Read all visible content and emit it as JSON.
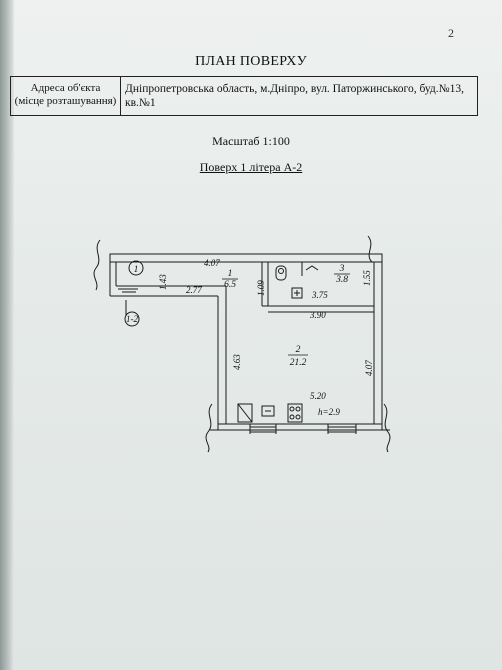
{
  "page_number": "2",
  "title": "ПЛАН ПОВЕРХУ",
  "address": {
    "label_line1": "Адреса об'єкта",
    "label_line2": "(місце розташування)",
    "value_line1": "Дніпропетровська область, м.Дніпро, вул. Паторжинського, буд.№13,",
    "value_line2": "кв.№1"
  },
  "scale": "Масштаб 1:100",
  "floor_label": "Поверх 1 літера А-2",
  "plan": {
    "dimensions": {
      "top_width": "4.07",
      "left_wall": "1.43",
      "corridor_width": "2.77",
      "bath_height": "1.09",
      "right_wall_top": "1.55",
      "inner_width": "3.75",
      "room2_width": "3.90",
      "left_height": "4.63",
      "right_height": "4.07",
      "bottom_width": "5.20",
      "ceiling_height": "h=2.9"
    },
    "rooms": [
      {
        "number": "1",
        "area": "6.5"
      },
      {
        "number": "2",
        "area": "21.2"
      },
      {
        "number": "3",
        "area": "3.8"
      }
    ],
    "markers": {
      "circle_1": "1",
      "circle_12": "1-2"
    }
  }
}
